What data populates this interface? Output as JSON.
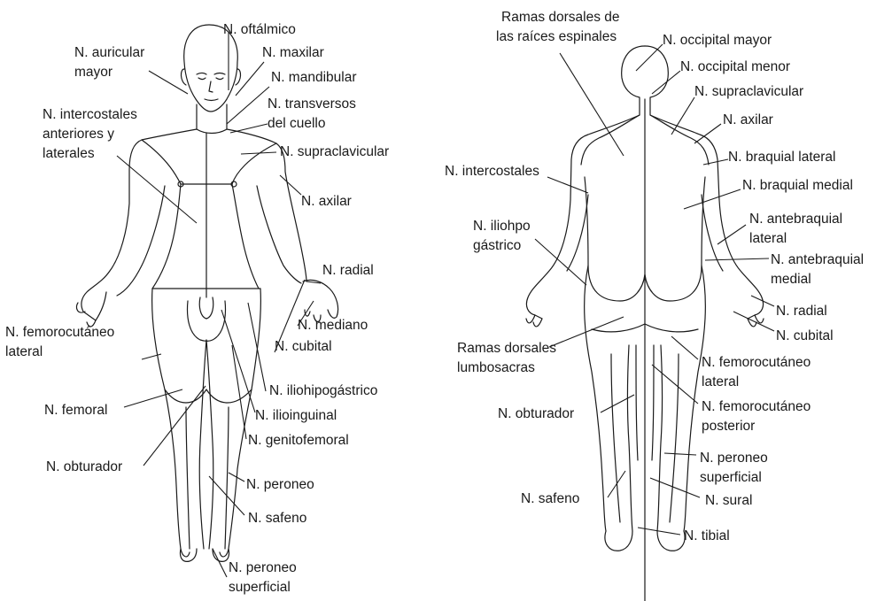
{
  "colors": {
    "ink": "#1a1a1a",
    "background": "#ffffff"
  },
  "anterior": {
    "oftalmico": "N. oftálmico",
    "maxilar": "N. maxilar",
    "mandibular": "N. mandibular",
    "auricular_1": "N. auricular",
    "auricular_2": "mayor",
    "transversos_1": "N. transversos",
    "transversos_2": "del cuello",
    "intercostales_1": "N. intercostales",
    "intercostales_2": "anteriores y",
    "intercostales_3": "laterales",
    "supraclavicular": "N. supraclavicular",
    "axilar": "N. axilar",
    "radial": "N. radial",
    "mediano": "N. mediano",
    "cubital": "N. cubital",
    "femorocutaneo_1": "N. femorocutáneo",
    "femorocutaneo_2": "lateral",
    "iliohipogastrico": "N. iliohipogástrico",
    "femoral": "N. femoral",
    "ilioinguinal": "N. ilioinguinal",
    "genitofemoral": "N. genitofemoral",
    "obturador": "N. obturador",
    "peroneo": "N. peroneo",
    "safeno": "N. safeno",
    "peroneo_sup_1": "N. peroneo",
    "peroneo_sup_2": "superficial"
  },
  "posterior": {
    "ramas_1": "Ramas dorsales de",
    "ramas_2": "las raíces espinales",
    "occipital_mayor": "N. occipital mayor",
    "occipital_menor": "N. occipital menor",
    "supraclavicular": "N. supraclavicular",
    "axilar": "N. axilar",
    "braquial_lateral": "N. braquial lateral",
    "braquial_medial": "N. braquial medial",
    "intercostales": "N. intercostales",
    "iliohipo_1": "N. iliohpo",
    "iliohipo_2": "gástrico",
    "antebraquial_lat_1": "N. antebraquial",
    "antebraquial_lat_2": "lateral",
    "antebraquial_med_1": "N. antebraquial",
    "antebraquial_med_2": "medial",
    "radial": "N. radial",
    "cubital": "N. cubital",
    "ramas_lumbo_1": "Ramas dorsales",
    "ramas_lumbo_2": "lumbosacras",
    "femorocutaneo_lat_1": "N. femorocutáneo",
    "femorocutaneo_lat_2": "lateral",
    "femorocutaneo_post_1": "N. femorocutáneo",
    "femorocutaneo_post_2": "posterior",
    "obturador": "N. obturador",
    "peroneo_sup_1": "N. peroneo",
    "peroneo_sup_2": "superficial",
    "sural": "N. sural",
    "safeno": "N. safeno",
    "tibial": "N. tibial"
  }
}
